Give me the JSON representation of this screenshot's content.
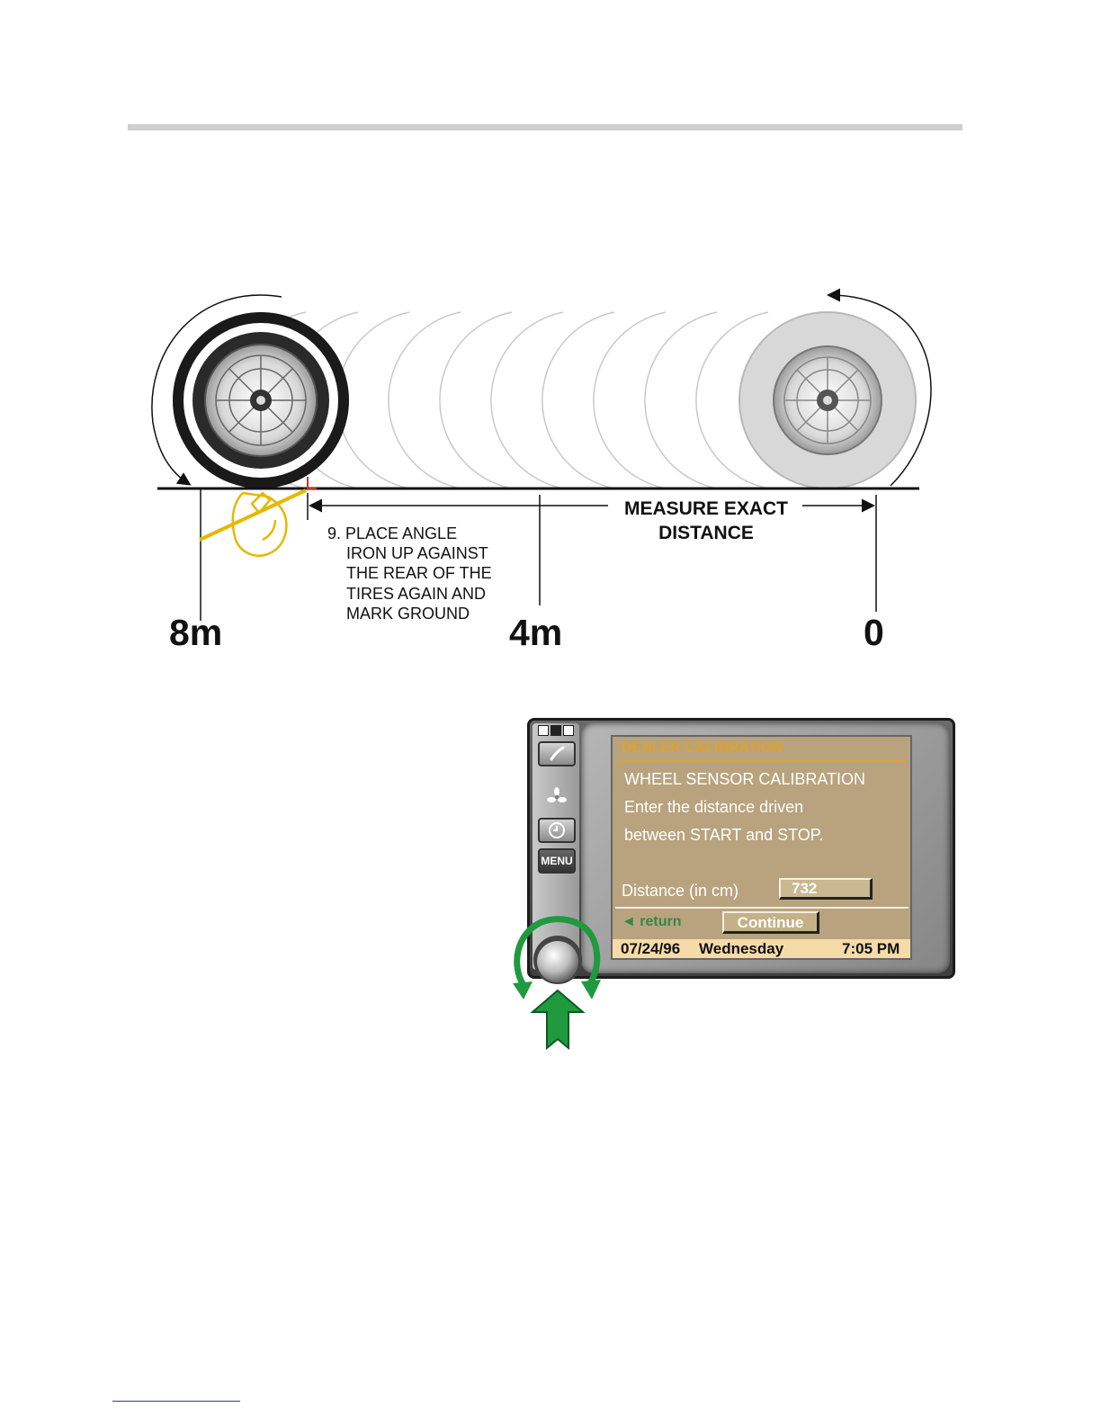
{
  "instruction": {
    "line1": "9. PLACE ANGLE",
    "line2": "IRON UP AGAINST",
    "line3": "THE REAR OF THE",
    "line4": "TIRES AGAIN AND",
    "line5": "MARK GROUND"
  },
  "measure": {
    "line1": "MEASURE EXACT",
    "line2": "DISTANCE"
  },
  "distance_marks": {
    "left": "8m",
    "middle": "4m",
    "right": "0"
  },
  "nav_display": {
    "menu_label": "MENU",
    "screen": {
      "title": "DEALER CALIBRATION",
      "heading": "WHEEL SENSOR CALIBRATION",
      "line1": "Enter the distance driven",
      "line2": "between START and STOP.",
      "distance_label": "Distance (in cm)",
      "distance_value": "732",
      "return_label": "◄ return",
      "continue_label": "Continue",
      "date": "07/24/96",
      "day": "Wednesday",
      "time": "7:05 PM"
    }
  },
  "colors": {
    "screen_bg": "#b8a37e",
    "title": "#e0a22a",
    "accent_green": "#1f9a3f",
    "marker_yellow": "#f0c010"
  }
}
